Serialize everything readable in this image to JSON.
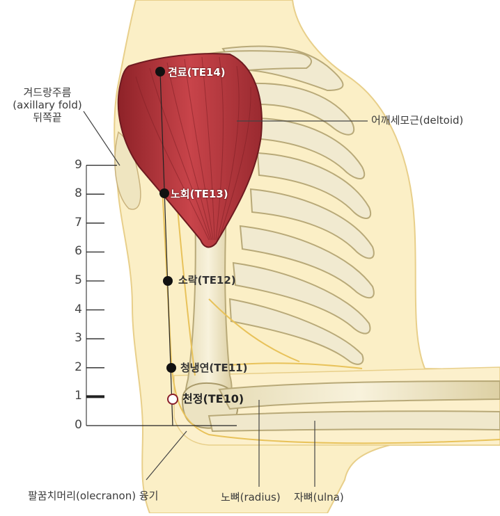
{
  "scale": {
    "ticks": [
      "0",
      "1",
      "2",
      "3",
      "4",
      "5",
      "6",
      "7",
      "8",
      "9"
    ],
    "highlighted_tick": "1"
  },
  "labels": {
    "axillary_line1": "겨드랑주름",
    "axillary_line2": "(axillary fold)",
    "axillary_line3": "뒤쪽끝",
    "deltoid": "어깨세모근(deltoid)",
    "olecranon": "팔꿈치머리(olecranon) 융기",
    "radius": "노뼈(radius)",
    "ulna": "자뼈(ulna)"
  },
  "points": [
    {
      "label": "견료(TE14)",
      "marker": "filled"
    },
    {
      "label": "노회(TE13)",
      "marker": "filled"
    },
    {
      "label": "소락(TE12)",
      "marker": "filled"
    },
    {
      "label": "청냉연(TE11)",
      "marker": "filled"
    },
    {
      "label": "천정(TE10)",
      "marker": "open"
    }
  ],
  "colors": {
    "skin": "#fbefc6",
    "skin_edge": "#e8cf8a",
    "bone": "#f1ead0",
    "bone_edge": "#b8a978",
    "muscle": "#b8383e",
    "muscle_dark": "#7e1e24",
    "nerve": "#e8c25a",
    "marker": "#111111",
    "open_marker": "#8a1e2a"
  }
}
